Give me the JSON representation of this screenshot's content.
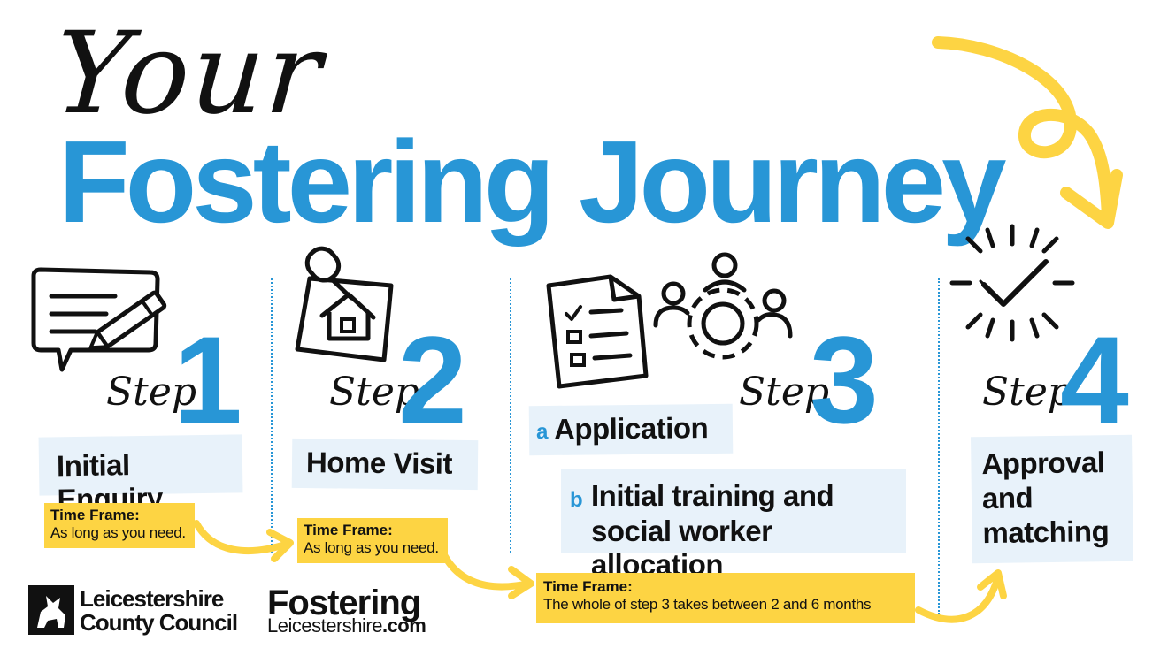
{
  "title": {
    "line1": "Your",
    "line2": "Fostering Journey"
  },
  "step_word": "Step",
  "steps": [
    {
      "number": "1",
      "title": "Initial Enquiry",
      "time_frame": {
        "heading": "Time Frame:",
        "text": "As long as you need."
      }
    },
    {
      "number": "2",
      "title": "Home Visit",
      "time_frame": {
        "heading": "Time Frame:",
        "text": "As long as you need."
      }
    },
    {
      "number": "3",
      "items": [
        {
          "letter": "a",
          "title": "Application"
        },
        {
          "letter": "b",
          "title_line1": "Initial training and",
          "title_line2": "social worker allocation"
        }
      ],
      "time_frame": {
        "heading": "Time Frame:",
        "text": "The whole of step 3 takes between 2 and 6 months"
      }
    },
    {
      "number": "4",
      "title_line1": "Approval",
      "title_line2": "and",
      "title_line3": "matching"
    }
  ],
  "logos": {
    "council_line1": "Leicestershire",
    "council_line2": "County Council",
    "fostering_line1": "Fostering",
    "fostering_line2": "Leicestershire",
    "fostering_suffix": ".com"
  },
  "icons": [
    "speech-bubble-pencil-icon",
    "pinned-house-note-icon",
    "checklist-document-icon",
    "team-gear-icon",
    "checkmark-burst-icon",
    "curly-arrow-icon"
  ],
  "colors": {
    "blue": "#2896d6",
    "yellow": "#fdd443",
    "light_blue_box": "#e8f2fa",
    "black": "#111111"
  }
}
